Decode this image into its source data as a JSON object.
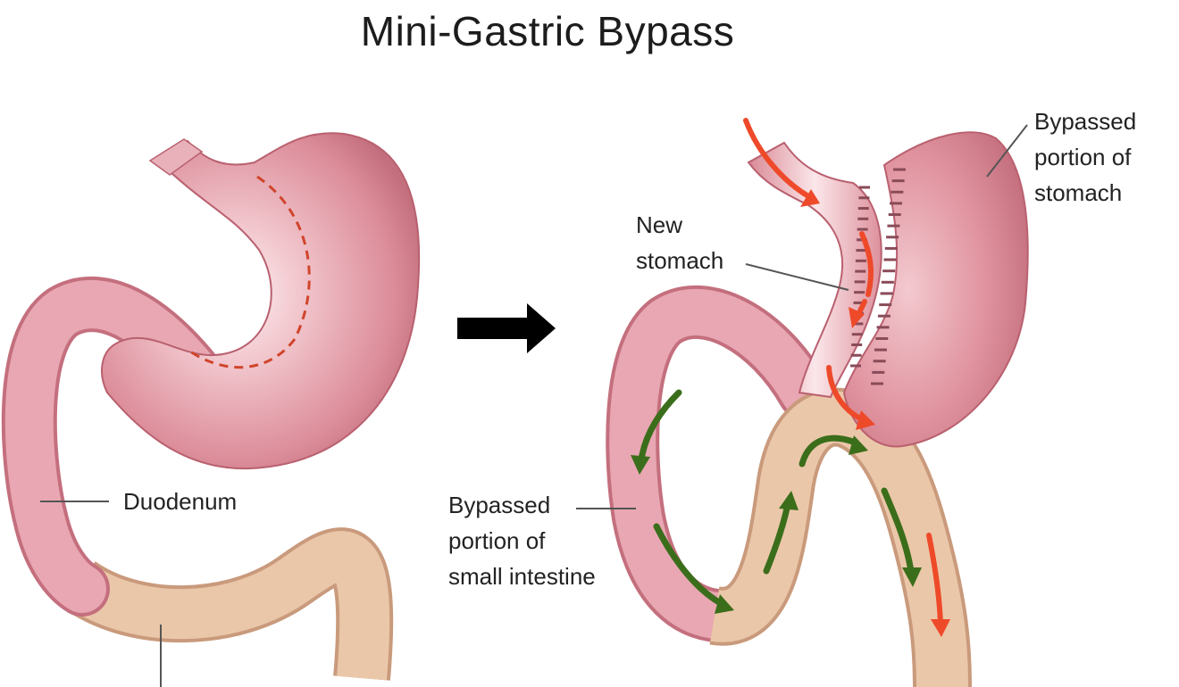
{
  "title": "Mini-Gastric Bypass",
  "labels": {
    "duodenum": "Duodenum",
    "new_stomach": [
      "New",
      "stomach"
    ],
    "bypassed_stomach": [
      "Bypassed",
      "portion of",
      "stomach"
    ],
    "bypassed_intestine": [
      "Bypassed",
      "portion of",
      "small intestine"
    ]
  },
  "colors": {
    "stomach": "#e6a2ad",
    "stomach_shade": "#b8606f",
    "intestine": "#e9c3a4",
    "intestine_edge": "#c99a7c",
    "food_arrow": "#ee4a2a",
    "juice_arrow": "#3b6e1b",
    "arrow": "#000000"
  }
}
